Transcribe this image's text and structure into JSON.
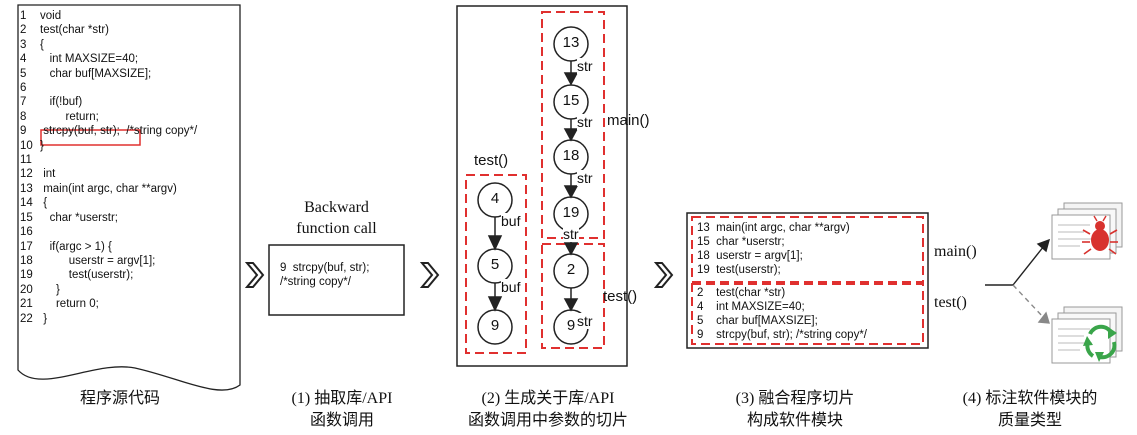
{
  "source_code": {
    "lines": [
      {
        "n": "1",
        "t": "void"
      },
      {
        "n": "2",
        "t": "test(char *str)"
      },
      {
        "n": "3",
        "t": "{"
      },
      {
        "n": "4",
        "t": "   int MAXSIZE=40;"
      },
      {
        "n": "5",
        "t": "   char buf[MAXSIZE];"
      },
      {
        "n": "6",
        "t": ""
      },
      {
        "n": "7",
        "t": "   if(!buf)"
      },
      {
        "n": "8",
        "t": "        return;"
      },
      {
        "n": "9",
        "t": " strcpy(buf, str);  /*string copy*/"
      },
      {
        "n": "10",
        "t": "}"
      },
      {
        "n": "11",
        "t": ""
      },
      {
        "n": "12",
        "t": " int"
      },
      {
        "n": "13",
        "t": " main(int argc, char **argv)"
      },
      {
        "n": "14",
        "t": " {"
      },
      {
        "n": "15",
        "t": "   char *userstr;"
      },
      {
        "n": "16",
        "t": ""
      },
      {
        "n": "17",
        "t": "   if(argc > 1) {"
      },
      {
        "n": "18",
        "t": "         userstr = argv[1];"
      },
      {
        "n": "19",
        "t": "         test(userstr);"
      },
      {
        "n": "20",
        "t": "     }"
      },
      {
        "n": "21",
        "t": "     return 0;"
      },
      {
        "n": "22",
        "t": " }"
      }
    ]
  },
  "step1": {
    "title_line1": "Backward",
    "title_line2": "function call",
    "line1": "9  strcpy(buf, str);",
    "line2": "/*string copy*/"
  },
  "step2": {
    "test_label": "test()",
    "main_label": "main()",
    "test_right_label": "test()",
    "main_nodes": [
      "13",
      "15",
      "18",
      "19"
    ],
    "main_edge_label": "str",
    "test_nodes": [
      "2",
      "9"
    ],
    "test_edge_label": "str",
    "buf_nodes": [
      "4",
      "5",
      "9"
    ],
    "buf_edge_label": "buf"
  },
  "step3": {
    "main_lines": [
      "13  main(int argc, char **argv)",
      "15  char *userstr;",
      "18  userstr = argv[1];",
      "19  test(userstr);"
    ],
    "test_lines": [
      "2    test(char *str)",
      "4    int MAXSIZE=40;",
      "5    char buf[MAXSIZE];",
      "9    strcpy(buf, str); /*string copy*/"
    ],
    "main_label": "main()",
    "test_label": "test()"
  },
  "captions": {
    "c0": "程序源代码",
    "c1_line1": "(1)  抽取库/API",
    "c1_line2": "函数调用",
    "c2_line1": "(2)  生成关于库/API",
    "c2_line2": "函数调用中参数的切片",
    "c3_line1": "(3)  融合程序切片",
    "c3_line2": "构成软件模块",
    "c4_line1": "(4)  标注软件模块的",
    "c4_line2": "质量类型"
  },
  "icons": {
    "bug": "bug-icon",
    "recycle": "recycle-icon",
    "chevron": "chevron-right-icon"
  },
  "colors": {
    "accent_red": "#e0302f",
    "bug_red": "#d8322e",
    "recycle_green": "#3aa54a"
  }
}
